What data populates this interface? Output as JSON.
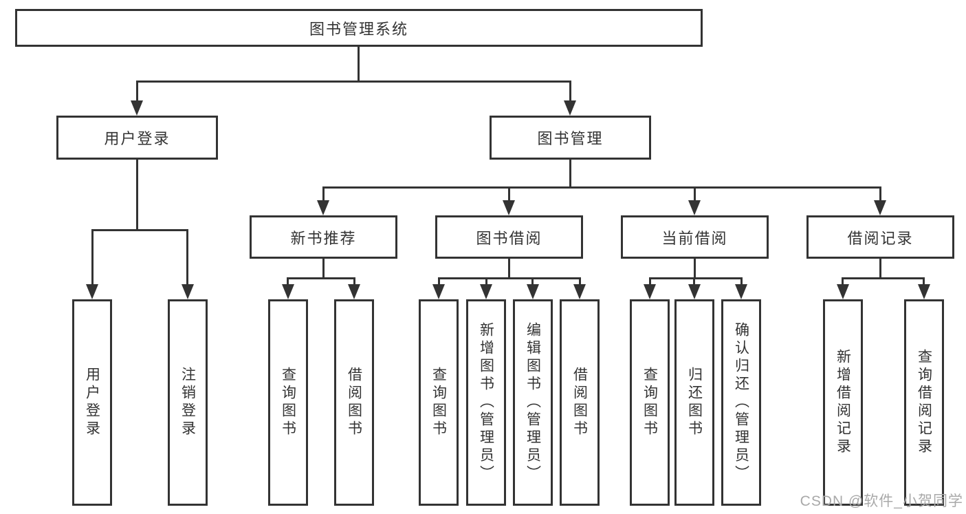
{
  "tree": {
    "root": {
      "label": "图书管理系统",
      "children": [
        {
          "label": "用户登录",
          "children": [
            {
              "label": "用户登录"
            },
            {
              "label": "注销登录"
            }
          ]
        },
        {
          "label": "图书管理",
          "children": [
            {
              "label": "新书推荐",
              "children": [
                {
                  "label": "查询图书"
                },
                {
                  "label": "借阅图书"
                }
              ]
            },
            {
              "label": "图书借阅",
              "children": [
                {
                  "label": "查询图书"
                },
                {
                  "label": "新增图书（管理员）"
                },
                {
                  "label": "编辑图书（管理员）"
                },
                {
                  "label": "借阅图书"
                }
              ]
            },
            {
              "label": "当前借阅",
              "children": [
                {
                  "label": "查询图书"
                },
                {
                  "label": "归还图书"
                },
                {
                  "label": "确认归还（管理员）"
                }
              ]
            },
            {
              "label": "借阅记录",
              "children": [
                {
                  "label": "新增借阅记录"
                },
                {
                  "label": "查询借阅记录"
                }
              ]
            }
          ]
        }
      ]
    }
  },
  "watermark": {
    "text": "CSDN @软件_小贺同学"
  },
  "colors": {
    "line": "#333333",
    "text": "#333333",
    "background": "#ffffff",
    "watermark": "#a9a9a9"
  }
}
